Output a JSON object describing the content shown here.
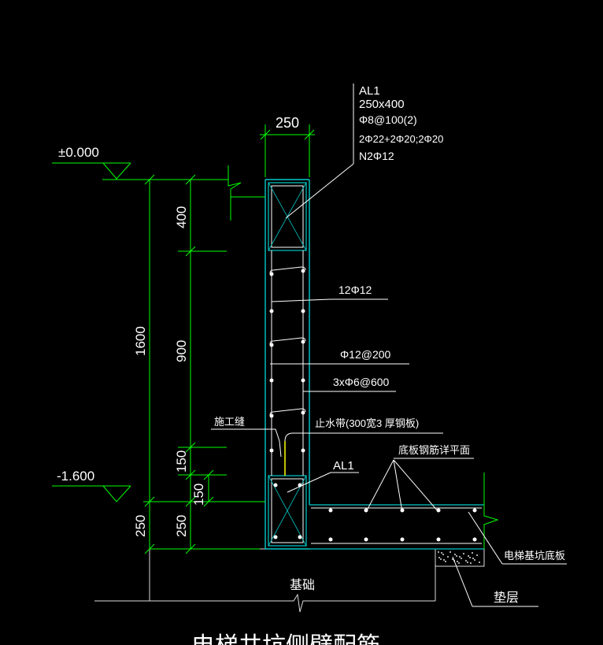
{
  "colors": {
    "background": "#000000",
    "dimension": "#00ff00",
    "wall": "#00c8c8",
    "leader": "#ffffff",
    "text": "#ffffff",
    "rebar": "#ffff00",
    "foundation": "#dcdcdc"
  },
  "beam_note": {
    "name": "AL1",
    "size": "250x400",
    "stirrup": "Φ8@100(2)",
    "main_bars": "2Φ22+2Φ20;2Φ20",
    "side_bars": "N2Φ12"
  },
  "elevations": {
    "top": "±0.000",
    "bottom": "-1.600"
  },
  "dimensions": {
    "width": "250",
    "total": "1600",
    "beam_depth": "400",
    "middle": "900",
    "joint": "150",
    "small": "150",
    "lower_beam": "250",
    "base": "250"
  },
  "labels": {
    "vertical_bars": "12Φ12",
    "horizontal_bars": "Φ12@200",
    "tie_bars": "3xΦ6@600",
    "construction_joint": "施工缝",
    "waterstop": "止水带(300宽3 厚钢板)",
    "bottom_beam": "AL1",
    "slab_rebar": "底板钢筋详平面",
    "pit_slab": "电梯基坑底板",
    "foundation": "基础",
    "cushion": "垫层",
    "caption": "电梯井坑侧壁配筋"
  }
}
